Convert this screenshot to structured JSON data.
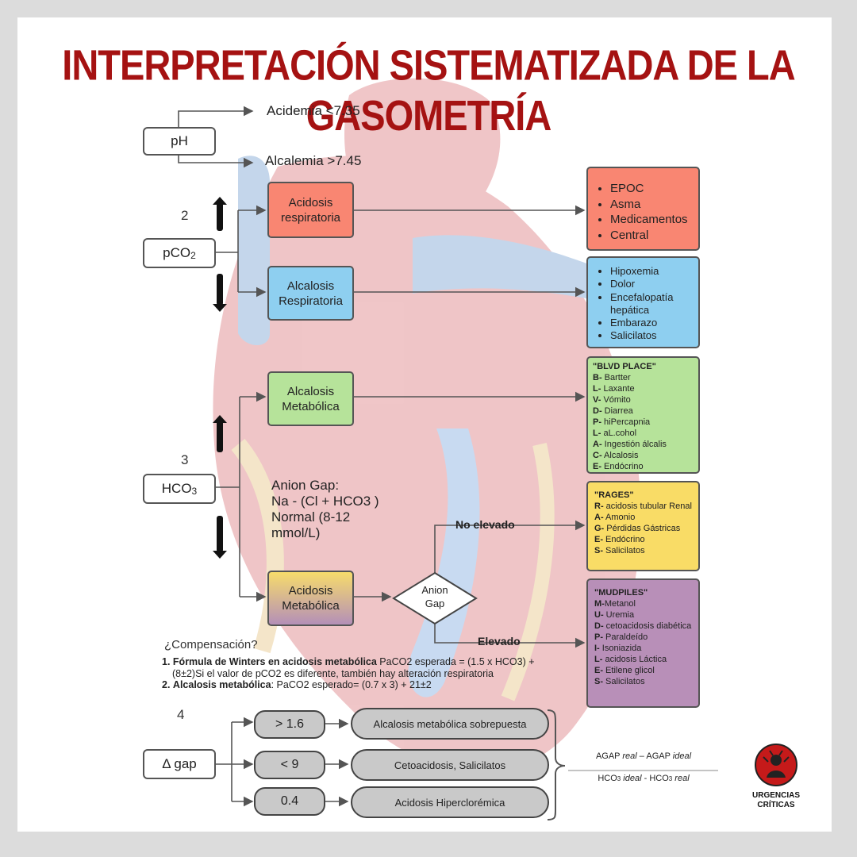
{
  "title": "INTERPRETACIÓN SISTEMATIZADA DE LA GASOMETRÍA",
  "ph": {
    "label": "pH",
    "acidemia": "Acidemia <7.35",
    "alcalemia": "Alcalemia >7.45"
  },
  "pco2": {
    "step": "2",
    "label": "pCO",
    "sub": "2",
    "acidosis": {
      "line1": "Acidosis",
      "line2": "respiratoria"
    },
    "alcalosis": {
      "line1": "Alcalosis",
      "line2": "Respiratoria"
    },
    "acidosis_causes": [
      "EPOC",
      "Asma",
      "Medicamentos",
      "Central"
    ],
    "alcalosis_causes": [
      "Hipoxemia",
      "Dolor",
      "Encefalopatía hepática",
      "Embarazo",
      "Salicilatos"
    ]
  },
  "hco3": {
    "step": "3",
    "label": "HCO",
    "sub": "3",
    "alcalosis": {
      "line1": "Alcalosis",
      "line2": "Metabólica"
    },
    "acidosis": {
      "line1": "Acidosis",
      "line2": "Metabólica"
    },
    "anion_gap_note": [
      "Anion Gap:",
      "Na - (Cl + HCO3 )",
      "Normal (8-12",
      "mmol/L)"
    ],
    "diamond": {
      "line1": "Anion",
      "line2": "Gap"
    },
    "no_elevado": "No elevado",
    "elevado": "Elevado",
    "blvd": {
      "title": "\"BLVD PLACE\"",
      "items": [
        {
          "k": "B-",
          "v": " Bartter"
        },
        {
          "k": "L-",
          "v": " Laxante"
        },
        {
          "k": "V-",
          "v": " Vómito"
        },
        {
          "k": "D-",
          "v": " Diarrea"
        },
        {
          "k": "P-",
          "v": " hiPercapnia"
        },
        {
          "k": "L-",
          "v": " aL.cohol"
        },
        {
          "k": "A-",
          "v": " Ingestión álcalis"
        },
        {
          "k": "C-",
          "v": " Alcalosis"
        },
        {
          "k": "E-",
          "v": " Endócrino"
        }
      ]
    },
    "rages": {
      "title": "\"RAGES\"",
      "items": [
        {
          "k": "R-",
          "v": " acidosis tubular Renal"
        },
        {
          "k": "A-",
          "v": " Amonio"
        },
        {
          "k": "G-",
          "v": " Pérdidas Gástricas"
        },
        {
          "k": "E-",
          "v": " Endócrino"
        },
        {
          "k": "S-",
          "v": " Salicilatos"
        }
      ]
    },
    "mudpiles": {
      "title": "\"MUDPILES\"",
      "items": [
        {
          "k": "M-",
          "v": "Metanol"
        },
        {
          "k": "U-",
          "v": " Uremia"
        },
        {
          "k": "D-",
          "v": " cetoacidosis diabética"
        },
        {
          "k": "P-",
          "v": " Paraldeído"
        },
        {
          "k": "I-",
          "v": " Isoniazida"
        },
        {
          "k": "L-",
          "v": " acidosis Láctica"
        },
        {
          "k": "E-",
          "v": " Etilene glicol"
        },
        {
          "k": "S-",
          "v": " Salicilatos"
        }
      ]
    }
  },
  "compensacion": {
    "heading": "¿Compensación?",
    "item1_num": "1.",
    "item1_bold": "Fórmula de Winters en acidosis metabólica",
    "item1_text": " PaCO2 esperada = (1.5 x HCO3) +",
    "item1_text2": "(8±2)Si el valor de pCO2  es diferente, también hay alteración respiratoria",
    "item2_num": "2.",
    "item2_bold": "Alcalosis metabólica",
    "item2_text": ": PaCO2 esperado= (0.7 x 3) + 21±2"
  },
  "delta": {
    "step": "4",
    "label": "Δ gap",
    "rows": [
      {
        "value": "> 1.6",
        "result": "Alcalosis metabólica sobrepuesta"
      },
      {
        "value": "< 9",
        "result": "Cetoacidosis, Salicilatos"
      },
      {
        "value": "0.4",
        "result": "Acidosis Hiperclorémica"
      }
    ],
    "formula_num": "AGAP real – AGAP ideal",
    "formula_num_a": "AGAP ",
    "formula_num_b": "real",
    "formula_num_c": " – AGAP ",
    "formula_num_d": "ideal",
    "formula_den_a": "HCO",
    "formula_den_sub": "3",
    "formula_den_b": " ideal",
    "formula_den_c": " - HCO",
    "formula_den_sub2": "3",
    "formula_den_d": " real"
  },
  "logo": {
    "line1": "URGENCIAS",
    "line2": "CRÍTICAS"
  },
  "colors": {
    "title": "#a51212",
    "acidosis_resp": "#f98672",
    "alcalosis_resp": "#8ecff0",
    "alcalosis_met": "#b6e39a",
    "rages": "#f9dc66",
    "mudpiles": "#b88fb8",
    "pill": "#c9c9c9"
  }
}
